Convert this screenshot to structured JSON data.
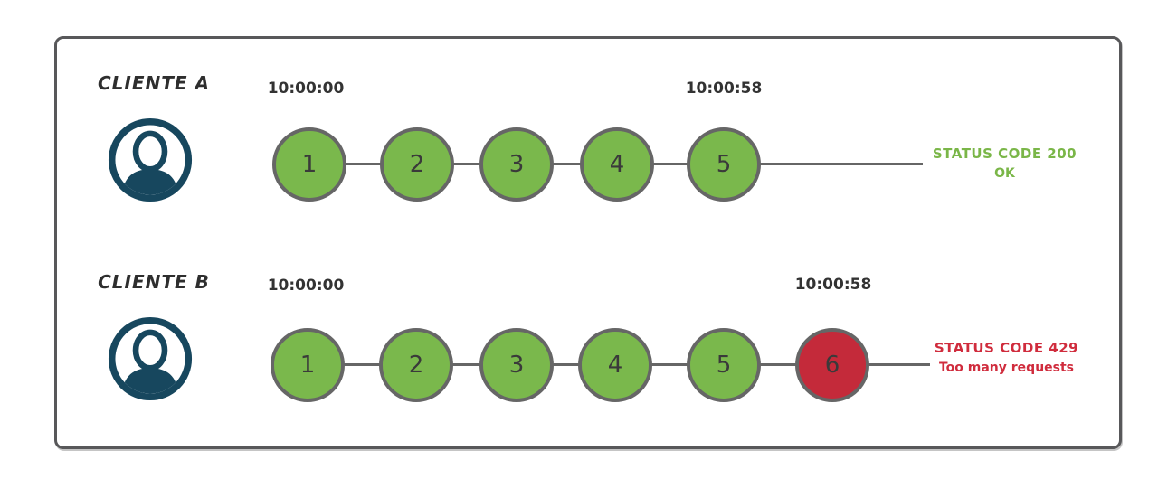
{
  "colors": {
    "success_green": "#7ab84c",
    "error_red": "#c42a3a",
    "status_green_text": "#7ab648",
    "status_red_text": "#d02c3d",
    "line_gray": "#666666",
    "frame_gray": "#58585a",
    "avatar_blue": "#17475e",
    "text_dark": "#2e2e2e"
  },
  "icons": {
    "avatar": "user-avatar-icon"
  },
  "rows": [
    {
      "client": "CLIENTE A",
      "start_time": "10:00:00",
      "end_time": "10:00:58",
      "requests": [
        {
          "label": "1",
          "result": "success"
        },
        {
          "label": "2",
          "result": "success"
        },
        {
          "label": "3",
          "result": "success"
        },
        {
          "label": "4",
          "result": "success"
        },
        {
          "label": "5",
          "result": "success"
        }
      ],
      "status_code": "STATUS CODE 200",
      "status_message": "OK",
      "status_type": "success"
    },
    {
      "client": "CLIENTE B",
      "start_time": "10:00:00",
      "end_time": "10:00:58",
      "requests": [
        {
          "label": "1",
          "result": "success"
        },
        {
          "label": "2",
          "result": "success"
        },
        {
          "label": "3",
          "result": "success"
        },
        {
          "label": "4",
          "result": "success"
        },
        {
          "label": "5",
          "result": "success"
        },
        {
          "label": "6",
          "result": "error"
        }
      ],
      "status_code": "STATUS CODE 429",
      "status_message": "Too many requests",
      "status_type": "error"
    }
  ]
}
